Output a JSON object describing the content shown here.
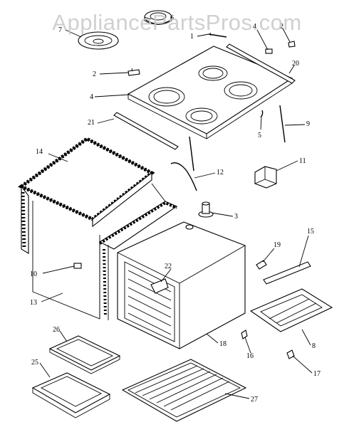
{
  "watermark": "AppliancePartsPros.com",
  "callouts": [
    "1",
    "2",
    "2",
    "3",
    "4",
    "4",
    "5",
    "6",
    "7",
    "8",
    "9",
    "10",
    "11",
    "12",
    "13",
    "14",
    "15",
    "16",
    "17",
    "18",
    "19",
    "20",
    "21",
    "22",
    "25",
    "26",
    "27"
  ]
}
